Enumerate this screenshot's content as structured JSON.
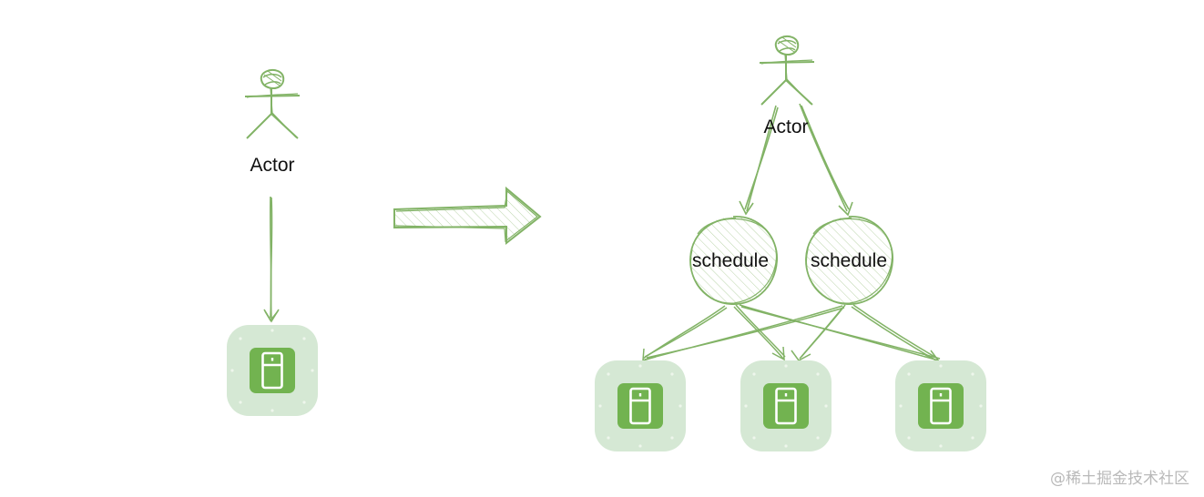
{
  "colors": {
    "stroke": "#82b366",
    "server_bg": "#d5e8d4",
    "server_fg": "#72b350",
    "text": "#111111"
  },
  "left": {
    "actor_label": "Actor"
  },
  "right": {
    "actor_label": "Actor",
    "schedulers": [
      {
        "label": "schedule"
      },
      {
        "label": "schedule"
      }
    ]
  },
  "icons": [
    "person-icon",
    "server-icon",
    "arrow-right-icon"
  ],
  "watermark": "@稀土掘金技术社区"
}
